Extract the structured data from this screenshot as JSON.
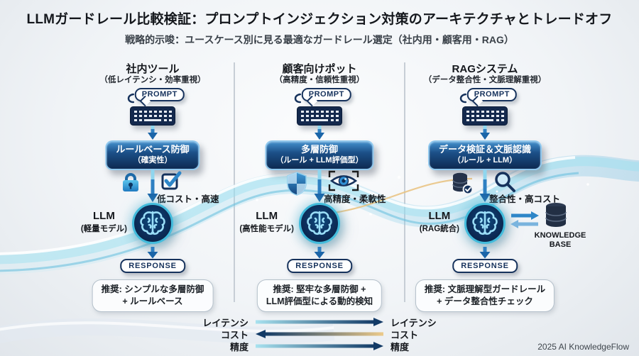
{
  "title": "LLMガードレール比較検証：プロンプトインジェクション対策のアーキテクチャとトレードオフ",
  "subtitle": "戦略的示唆：ユースケース別に見る最適なガードレール選定（社内用・顧客用・RAG）",
  "columns": [
    {
      "header": "社内ツール",
      "header_sub": "（低レイテンシ・効率重視）",
      "prompt_label": "PROMPT",
      "defense_title": "ルールベース防御",
      "defense_sub": "（確実性）",
      "icon_left": "lock-icon",
      "icon_right": "checkbox-icon",
      "trait": "低コスト・高速",
      "llm_label": "LLM",
      "llm_sub": "(軽量モデル)",
      "response_label": "RESPONSE",
      "rec_line1": "推奨: シンプルな多層防御",
      "rec_line2": "+ ルールベース"
    },
    {
      "header": "顧客向けポット",
      "header_sub": "（高精度・信頼性重視）",
      "prompt_label": "PROMPT",
      "defense_title": "多層防御",
      "defense_sub": "（ルール + LLM評価型）",
      "icon_left": "shield-icon",
      "icon_right": "eye-scan-icon",
      "trait": "高精度・柔軟性",
      "llm_label": "LLM",
      "llm_sub": "(高性能モデル)",
      "response_label": "RESPONSE",
      "rec_line1": "推奨: 堅牢な多層防御 +",
      "rec_line2": "LLM評価型による動的検知"
    },
    {
      "header": "RAGシステム",
      "header_sub": "（データ整合性・文脈理解重視）",
      "prompt_label": "PROMPT",
      "defense_title": "データ検証＆文脈認識",
      "defense_sub": "（ルール + LLM）",
      "icon_left": "database-check-icon",
      "icon_right": "magnifier-icon",
      "trait": "整合性・高コスト",
      "llm_label": "LLM",
      "llm_sub": "(RAG統合)",
      "response_label": "RESPONSE",
      "rec_line1": "推奨: 文脈理解型ガードレール",
      "rec_line2": "+ データ整合性チェック",
      "knowledge_base_line1": "KNOWLEDGE",
      "knowledge_base_line2": "BASE"
    }
  ],
  "legend": {
    "rows": [
      {
        "left": "レイテンシ",
        "right": "レイテンシ",
        "direction": "right"
      },
      {
        "left": "コスト",
        "right": "コスト",
        "direction": "left"
      },
      {
        "left": "精度",
        "right": "精度",
        "direction": "right"
      }
    ]
  },
  "footer": "2025 AI KnowledgeFlow",
  "colors": {
    "accent_blue": "#2a7fc4",
    "deep_navy": "#0d2a52",
    "cyan": "#8fd9f2",
    "tan": "#e9c27e"
  }
}
